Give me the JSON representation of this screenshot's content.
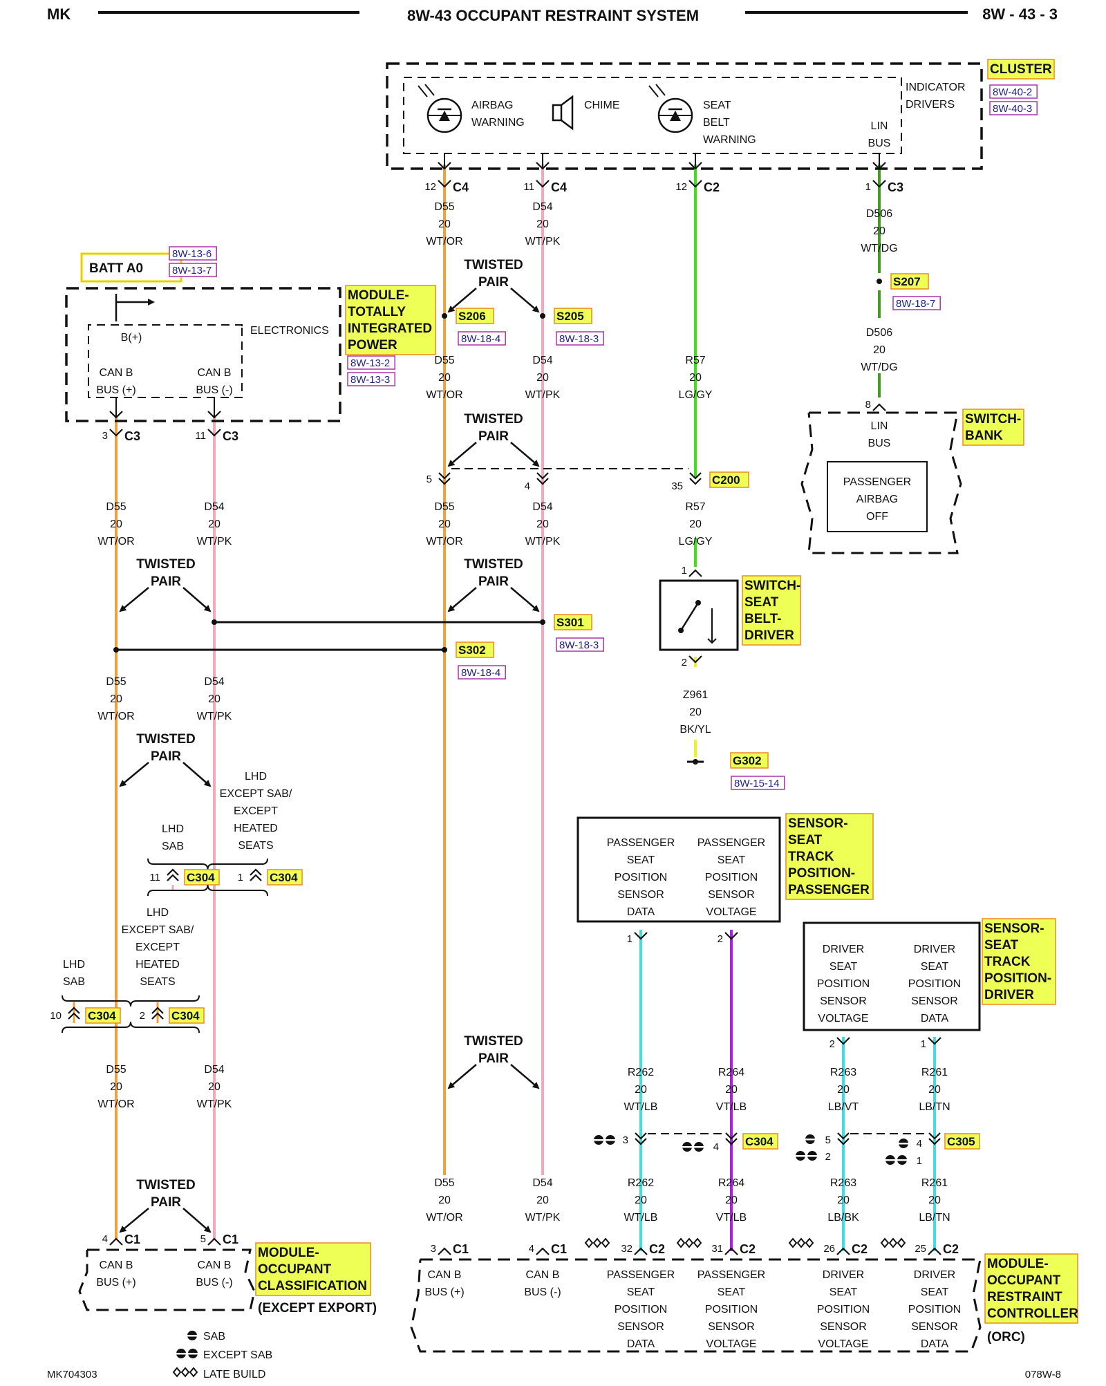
{
  "header": {
    "left": "MK",
    "title": "8W-43 OCCUPANT RESTRAINT SYSTEM",
    "right": "8W - 43 - 3"
  },
  "footer": {
    "left": "MK704303",
    "right": "078W-8"
  },
  "colors": {
    "orange_wire": "#f0a040",
    "pink_wire": "#f4a8b8",
    "green_wire": "#44dd22",
    "darkgreen_wire": "#449922",
    "cyan_wire": "#44dddd",
    "violet_wire": "#aa22dd",
    "yellow_wire": "#eeee33",
    "label_fill": "#eeff55",
    "label_border": "#ee8822",
    "ref_border": "#aa33aa",
    "ref_text": "#222288"
  },
  "components": {
    "cluster": "CLUSTER",
    "batt": "BATT A0",
    "tipm": [
      "MODULE-",
      "TOTALLY",
      "INTEGRATED",
      "POWER"
    ],
    "switch_bank": [
      "SWITCH-",
      "BANK"
    ],
    "seat_belt_switch": [
      "SWITCH-",
      "SEAT",
      "BELT-",
      "DRIVER"
    ],
    "sensor_passenger": [
      "SENSOR-",
      "SEAT",
      "TRACK",
      "POSITION-",
      "PASSENGER"
    ],
    "sensor_driver": [
      "SENSOR-",
      "SEAT",
      "TRACK",
      "POSITION-",
      "DRIVER"
    ],
    "occ_class": [
      "MODULE-",
      "OCCUPANT",
      "CLASSIFICATION"
    ],
    "occ_class_note": "(EXCEPT EXPORT)",
    "orc": [
      "MODULE-",
      "OCCUPANT",
      "RESTRAINT",
      "CONTROLLER"
    ],
    "orc_note": "(ORC)"
  },
  "inner_text": {
    "airbag_warning": [
      "AIRBAG",
      "WARNING"
    ],
    "chime": "CHIME",
    "seat_belt_warning": [
      "SEAT",
      "BELT",
      "WARNING"
    ],
    "indicator_drivers": [
      "INDICATOR",
      "DRIVERS"
    ],
    "lin_bus": [
      "LIN",
      "BUS"
    ],
    "b_plus": "B(+)",
    "electronics": "ELECTRONICS",
    "can_b_plus": [
      "CAN B",
      "BUS (+)"
    ],
    "can_b_minus": [
      "CAN B",
      "BUS (-)"
    ],
    "passenger_airbag_off": [
      "PASSENGER",
      "AIRBAG",
      "OFF"
    ],
    "pass_seat_data": [
      "PASSENGER",
      "SEAT",
      "POSITION",
      "SENSOR",
      "DATA"
    ],
    "pass_seat_voltage": [
      "PASSENGER",
      "SEAT",
      "POSITION",
      "SENSOR",
      "VOLTAGE"
    ],
    "drv_seat_voltage": [
      "DRIVER",
      "SEAT",
      "POSITION",
      "SENSOR",
      "VOLTAGE"
    ],
    "drv_seat_data": [
      "DRIVER",
      "SEAT",
      "POSITION",
      "SENSOR",
      "DATA"
    ]
  },
  "refs": {
    "cluster_a": "8W-40-2",
    "cluster_b": "8W-40-3",
    "batt_a": "8W-13-6",
    "batt_b": "8W-13-7",
    "tipm_a": "8W-13-2",
    "tipm_b": "8W-13-3",
    "s206": "8W-18-4",
    "s205": "8W-18-3",
    "s207": "8W-18-7",
    "s301": "8W-18-3",
    "s302": "8W-18-4",
    "g302": "8W-15-14"
  },
  "splices": {
    "s206": "S206",
    "s205": "S205",
    "s207": "S207",
    "s301": "S301",
    "s302": "S302",
    "g302": "G302"
  },
  "connectors": {
    "c1": "C1",
    "c2": "C2",
    "c3": "C3",
    "c4": "C4",
    "c200": "C200",
    "c304": "C304",
    "c305": "C305"
  },
  "wires": {
    "d55": [
      "D55",
      "20",
      "WT/OR"
    ],
    "d54": [
      "D54",
      "20",
      "WT/PK"
    ],
    "r57": [
      "R57",
      "20",
      "LG/GY"
    ],
    "d506": [
      "D506",
      "20",
      "WT/DG"
    ],
    "z961": [
      "Z961",
      "20",
      "BK/YL"
    ],
    "r262": [
      "R262",
      "20",
      "WT/LB"
    ],
    "r264": [
      "R264",
      "20",
      "VT/LB"
    ],
    "r263_top": [
      "R263",
      "20",
      "LB/VT"
    ],
    "r263_bot": [
      "R263",
      "20",
      "LB/BK"
    ],
    "r261": [
      "R261",
      "20",
      "LB/TN"
    ]
  },
  "twisted_pair": [
    "TWISTED",
    "PAIR"
  ],
  "notes": {
    "lhd_sab": [
      "LHD",
      "SAB"
    ],
    "lhd_except": [
      "LHD",
      "EXCEPT SAB/",
      "EXCEPT",
      "HEATED",
      "SEATS"
    ]
  },
  "legend": {
    "sab": "SAB",
    "except_sab": "EXCEPT SAB",
    "late_build": "LATE BUILD"
  }
}
